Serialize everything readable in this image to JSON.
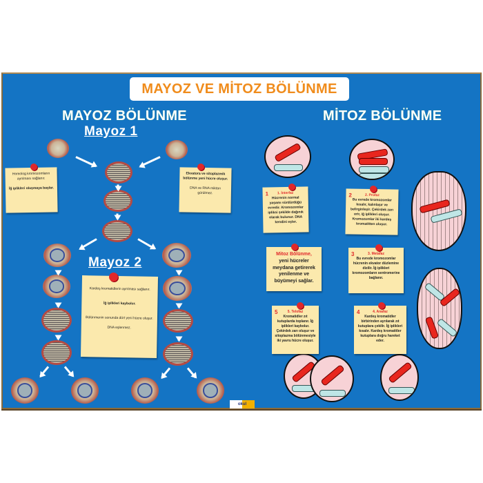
{
  "poster": {
    "title": "MAYOZ VE MİTOZ BÖLÜNME",
    "left_section_title": "MAYOZ  BÖLÜNME",
    "mayoz1_label": "Mayoz 1",
    "mayoz2_label": "Mayoz 2",
    "right_section_title": "MİTOZ BÖLÜNME",
    "brand_logo": "okul"
  },
  "mayoz_notes": {
    "left": [
      "Homolog kromozomların ayrılması sağlanır.",
      "İğ iplikleri oluşmaya başlar."
    ],
    "right": [
      "Ekvatora ve sitoplazmik bölünme yeni hücre oluşur.",
      "DNA ve RNA miktarı görülmez."
    ],
    "mayoz2": [
      "Kardeş kromatidlerin ayrılması sağlanır.",
      "İğ iplikleri kaybolur.",
      "Bölünmenin sonunda dört yeni hücre oluşur.",
      "DNA eşlenmez."
    ]
  },
  "mitoz_notes": [
    {
      "num": "1",
      "head": "1. İnterfaz",
      "text": "Hücrenin normal yaşamı sürdürdüğü evredir. Kromozomlar ipliksi şekilde dağınık olarak bulunur. DNA kendini eşler."
    },
    {
      "num": "2",
      "head": "2. Profaz",
      "text": "Bu evrede kromozomlar kısalır, kalınlaşır ve belirginleşir. Çekirdek zarı erir, iğ iplikleri oluşur. Kromozomlar iki kardeş kromatitten oluşur."
    },
    {
      "num": "",
      "head": "Mitoz Bölünme,",
      "text": "yeni hücreler meydana getirerek yenilenme ve büyümeyi sağlar."
    },
    {
      "num": "3",
      "head": "3. Metafaz",
      "text": "Bu evrede kromozomlar hücrenin ekvator düzlemine dizilir. İğ iplikleri kromozomların sentromerine bağlanır."
    },
    {
      "num": "5",
      "head": "5. Telofaz",
      "text": "Kromatidler zıt kutuplarda toplanır. İğ iplikleri kaybolur. Çekirdek zarı oluşur ve sitoplazma bölünmesiyle iki yavru hücre oluşur."
    },
    {
      "num": "4",
      "head": "4. Anafaz",
      "text": "Kardeş kromatidler birbirinden ayrılarak zıt kutuplara çekilir. İğ iplikleri kısalır. Kardeş kromatitler kutuplara doğru hareket eder."
    }
  ],
  "colors": {
    "board": "#1474c4",
    "title_text": "#f08c1c",
    "note": "#fbe9ad",
    "chromosome_red": "#e8261e",
    "chromosome_blue": "#bfe6e6",
    "cell_pink": "#f7d2d6"
  }
}
